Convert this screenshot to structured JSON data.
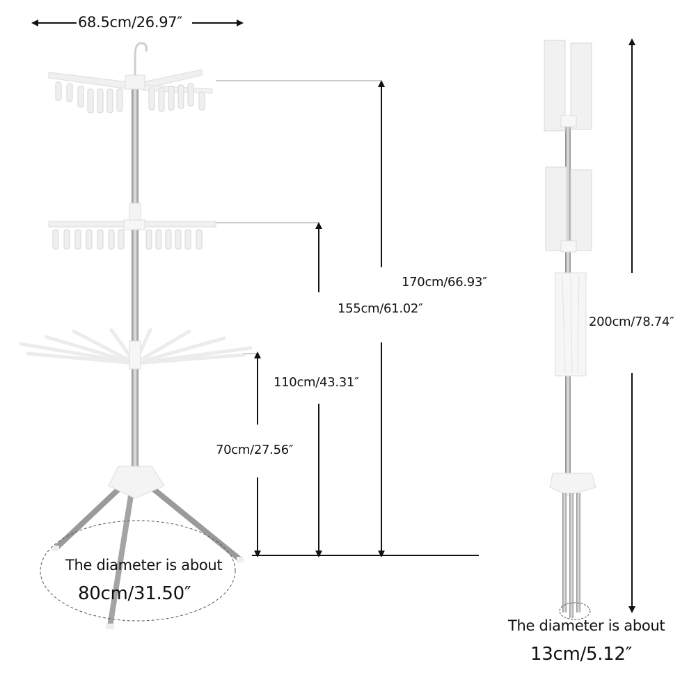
{
  "title": "Tripod clothes drying rack dimensions",
  "colors": {
    "background": "#ffffff",
    "arrow": "#111111",
    "pole": "#a8a8a8",
    "plastic": "#f2f2f2"
  },
  "open_view": {
    "width_label": "68.5cm/26.97″",
    "heights": [
      {
        "id": "h170",
        "label": "170cm/66.93″"
      },
      {
        "id": "h155",
        "label": "155cm/61.02″"
      },
      {
        "id": "h110",
        "label": "110cm/43.31″"
      },
      {
        "id": "h70",
        "label": "70cm/27.56″"
      }
    ],
    "diameter_caption": "The diameter is about",
    "diameter_value": "80cm/31.50″",
    "tiers": [
      "top-clip-tier",
      "middle-clip-tier",
      "umbrella-arm-tier",
      "tripod-base"
    ]
  },
  "folded_view": {
    "height_label": "200cm/78.74″",
    "diameter_caption": "The diameter is about",
    "diameter_value": "13cm/5.12″"
  }
}
